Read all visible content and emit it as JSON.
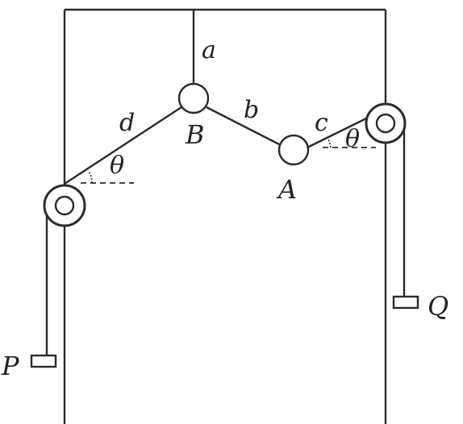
{
  "labels": {
    "rope_a": "a",
    "rope_b": "b",
    "rope_c": "c",
    "rope_d": "d",
    "ring_A": "A",
    "ring_B": "B",
    "angle_left": "θ",
    "angle_right": "θ",
    "weight_P": "P",
    "weight_Q": "Q"
  },
  "colors": {
    "line": "#2a2a2a",
    "background": "#ffffff"
  }
}
